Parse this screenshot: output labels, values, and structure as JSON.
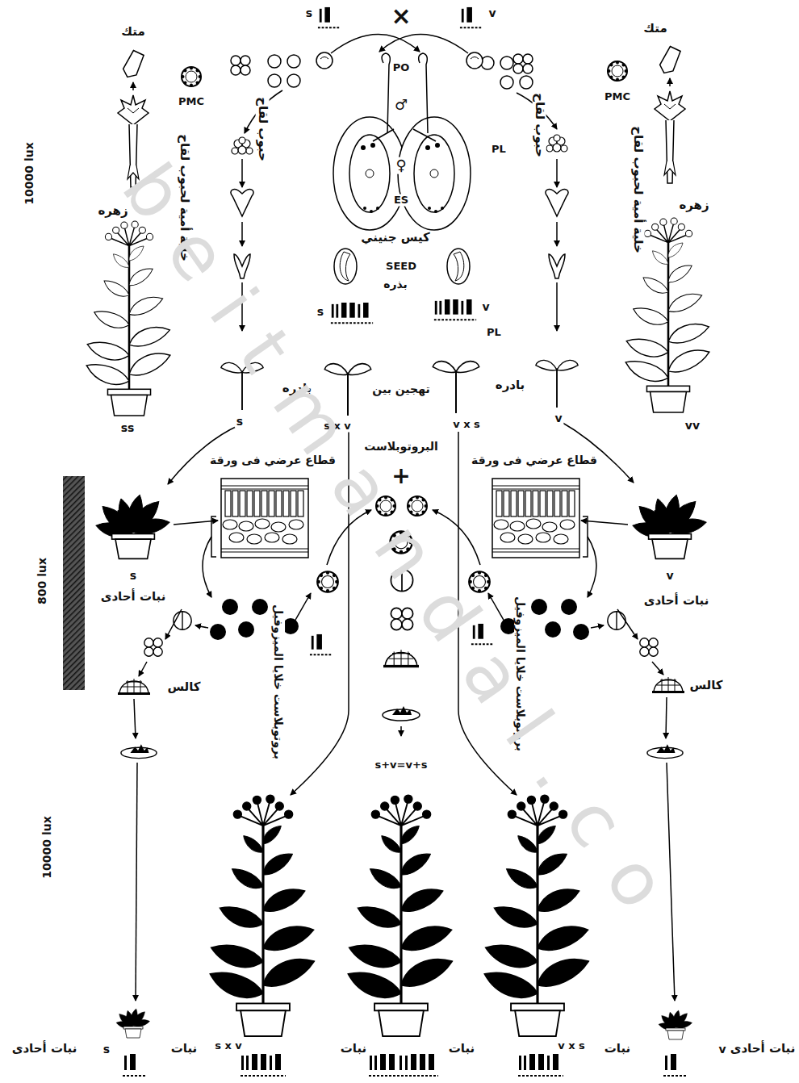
{
  "diagram": {
    "labels": [
      "متك",
      "متك",
      "PMC",
      "PMC",
      "خلية أمية لحبوب لقاح",
      "خلية أمية لحبوب لقاح",
      "حبوب لقاح",
      "حبوب لقاح",
      "زهره",
      "زهره",
      "10000 lux",
      "800 lux",
      "10000 lux",
      "×",
      "s",
      "v",
      "PO",
      "♂",
      "♀",
      "PL",
      "ES",
      "كيس جنيني",
      "SEED",
      "بذره",
      "s",
      "v",
      "PL",
      "بادره",
      "تهجين بين",
      "بادره",
      "ss",
      "s",
      "s x v",
      "v x s",
      "v",
      "vv",
      "قطاع عرضي فى ورقة",
      "البروتوبلاست",
      "قطاع عرضي فى ورقة",
      "+",
      "s",
      "نبات أحادى",
      "v",
      "نبات أحادى",
      "بروتوبلاست خلايا الميزوفيل",
      "بروتوبلاست خلايا الميزوفيل",
      "كالس",
      "كالس",
      "s+v=v+s",
      "نبات أحادى",
      "s",
      "نبات",
      "s x v",
      "نبات",
      "نبات",
      "v x s",
      "نبات",
      "v",
      "نبات أحادى",
      "beitmandal.co"
    ]
  }
}
